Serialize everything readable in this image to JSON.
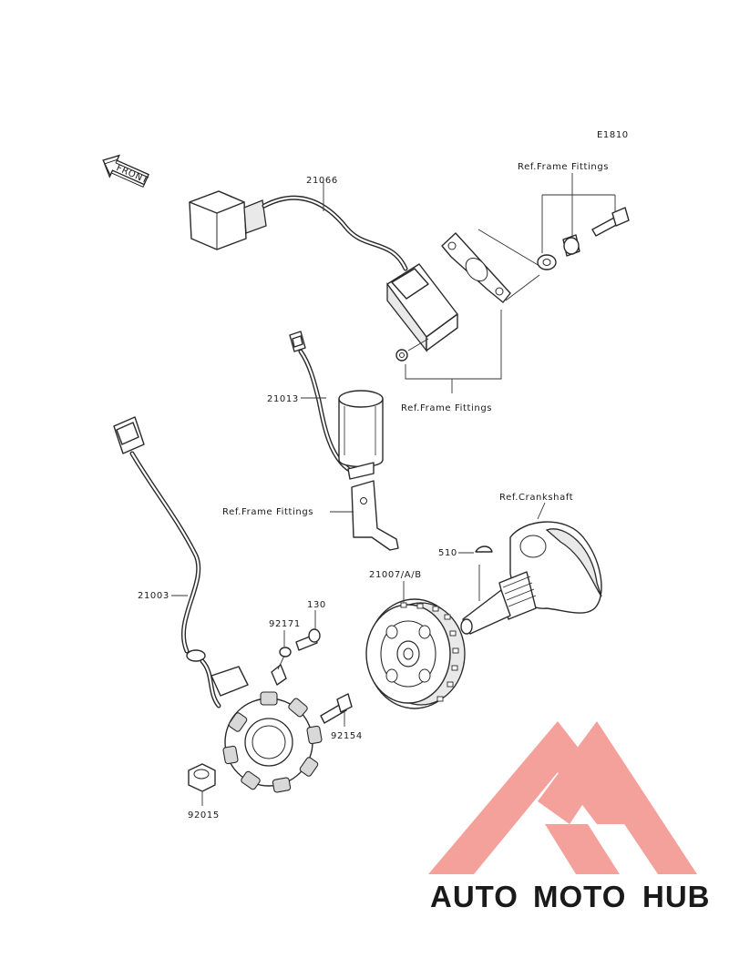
{
  "diagram": {
    "code": "E1810",
    "front_label": "FRONT",
    "ref_labels": {
      "frame_fittings_top": "Ref.Frame Fittings",
      "frame_fittings_mid": "Ref.Frame Fittings",
      "frame_fittings_bracket": "Ref.Frame Fittings",
      "crankshaft": "Ref.Crankshaft"
    },
    "parts": {
      "regulator": "21066",
      "capacitor": "21013",
      "stator": "21003",
      "flywheel": "21007/A/B",
      "key": "510",
      "bolt_130": "130",
      "clamp": "92171",
      "stator_bolt": "92154",
      "nut": "92015"
    }
  },
  "watermark": {
    "brand_parts": [
      "AUTO",
      "MOTO",
      "HUB"
    ],
    "colors": {
      "auto": "#f6b27d",
      "moto": "#f08a82",
      "hub": "#8a8a8a",
      "logo": "#f3918a"
    }
  }
}
